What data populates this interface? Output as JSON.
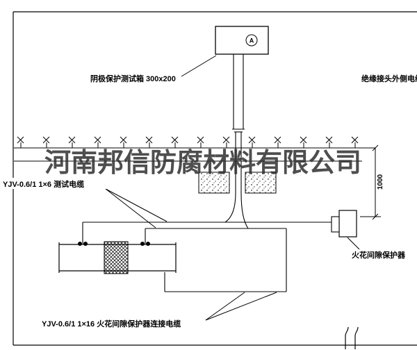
{
  "watermark": {
    "text": "河南邦信防腐材料有限公司"
  },
  "labels": {
    "test_box": "阴极保护测试箱 300x200",
    "insulation_cable": "绝缘接头外侧电缆",
    "test_cable": "YJV-0.6/1 1×6  测试电缆",
    "spark_gap": "火花间隙保护器",
    "spark_gap_cable": "YJV-0.6/1 1×16  火花间隙保护器连接电缆",
    "dimension": "1000",
    "meter": "A"
  },
  "colors": {
    "line": "#000000",
    "watermark": "#2f2f2f",
    "background": "#ffffff"
  }
}
